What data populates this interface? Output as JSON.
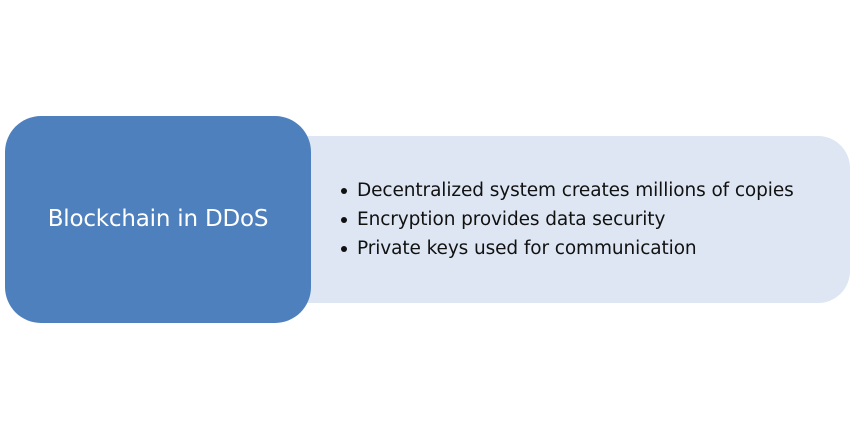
{
  "diagram": {
    "title": "Blockchain in DDoS",
    "bullets": [
      "Decentralized system creates millions of copies",
      "Encryption provides data security",
      "Private keys used for communication"
    ],
    "colors": {
      "title_box": "#4e80bd",
      "detail_panel": "#dde6f2",
      "title_text": "#ffffff",
      "bullet_text": "#111111"
    }
  }
}
